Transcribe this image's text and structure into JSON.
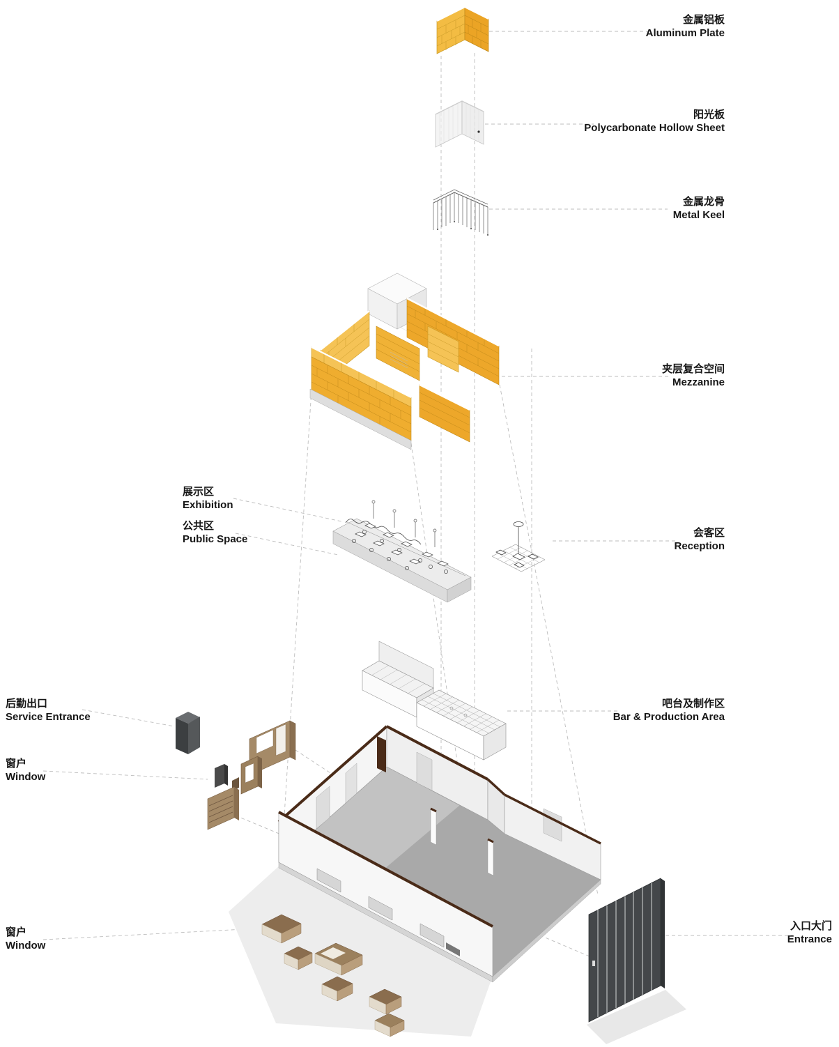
{
  "page": {
    "type": "architectural-exploded-axonometric-diagram"
  },
  "labels": {
    "aluminum_plate": {
      "zh": "金属铝板",
      "en": "Aluminum Plate"
    },
    "polycarbonate": {
      "zh": "阳光板",
      "en": "Polycarbonate Hollow Sheet"
    },
    "metal_keel": {
      "zh": "金属龙骨",
      "en": "Metal Keel"
    },
    "mezzanine": {
      "zh": "夹层复合空间",
      "en": "Mezzanine"
    },
    "exhibition": {
      "zh": "展示区",
      "en": "Exhibition"
    },
    "public_space": {
      "zh": "公共区",
      "en": "Public Space"
    },
    "reception": {
      "zh": "会客区",
      "en": "Reception"
    },
    "service_entrance": {
      "zh": "后勤出口",
      "en": "Service Entrance"
    },
    "bar_production": {
      "zh": "吧台及制作区",
      "en": "Bar & Production Area"
    },
    "window_upper": {
      "zh": "窗户",
      "en": "Window"
    },
    "window_lower": {
      "zh": "窗户",
      "en": "Window"
    },
    "entrance": {
      "zh": "入口大门",
      "en": "Entrance"
    }
  },
  "colors": {
    "accent_yellow": "#EFAD2F",
    "accent_yellow_light": "#F5C356",
    "wall_top_brown": "#4A2B18",
    "wood_tan": "#A58A67",
    "dark_panel": "#44474A",
    "floor_gray": "#C2C2C2",
    "background": "#FFFFFF"
  }
}
